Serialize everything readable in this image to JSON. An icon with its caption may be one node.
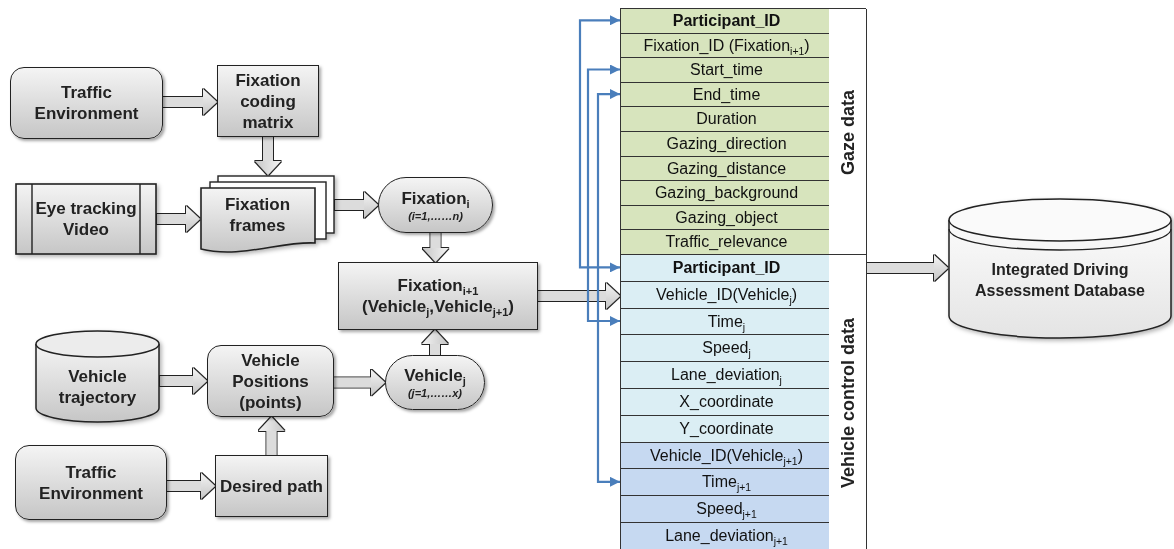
{
  "diagram": {
    "nodes": [
      {
        "text": [
          "Traffic Environment"
        ]
      },
      {
        "text": [
          "Fixation coding matrix"
        ]
      },
      {
        "text": [
          "Eye tracking Video"
        ]
      },
      {
        "text": [
          "Fixation frames"
        ]
      },
      {
        "text": [
          "Fixation$_{i}$",
          "(i=1,……n)"
        ]
      },
      {
        "text": [
          "Fixation$_{i+1}$ (Vehicle$_{j}$,Vehicle$_{j+1}$)"
        ]
      },
      {
        "text": [
          "Vehicle trajectory"
        ]
      },
      {
        "text": [
          "Vehicle Positions (points)"
        ]
      },
      {
        "text": [
          "Vehicle$_{j}$",
          "(j=1,……x)"
        ]
      },
      {
        "text": [
          "Traffic Environment"
        ]
      },
      {
        "text": [
          "Desired path"
        ]
      },
      {
        "text": [],
        "shape": "box"
      },
      {
        "text": [
          "Gaze data"
        ],
        "in": 11
      },
      {
        "text": [
          "Participant_ID"
        ],
        "in": 12
      },
      {
        "text": [
          "Fixation_ID (Fixation$_{i+1}$)"
        ],
        "in": 12
      },
      {
        "text": [
          "Start_time"
        ],
        "in": 12
      },
      {
        "text": [
          "End_time"
        ],
        "in": 12
      },
      {
        "text": [
          "Duration"
        ],
        "in": 12
      },
      {
        "text": [
          "Gazing_direction"
        ],
        "in": 12
      },
      {
        "text": [
          "Gazing_distance"
        ],
        "in": 12
      },
      {
        "text": [
          "Gazing_background"
        ],
        "in": 12
      },
      {
        "text": [
          "Gazing_object"
        ],
        "in": 12
      },
      {
        "text": [
          "Traffic_relevance"
        ],
        "in": 12
      },
      {
        "text": [
          "Vehicle control data"
        ],
        "in": 11
      },
      {
        "text": [
          "Participant_ID"
        ],
        "in": 23
      },
      {
        "text": [
          "Vehicle_ID(Vehicle$_{j}$)"
        ],
        "in": 23
      },
      {
        "text": [
          "Time$_{j}$"
        ],
        "in": 23
      },
      {
        "text": [
          "Speed$_{j}$"
        ],
        "in": 23
      },
      {
        "text": [
          "Lane_deviation$_{j}$"
        ],
        "in": 23
      },
      {
        "text": [
          "X_coordinate"
        ],
        "in": 23
      },
      {
        "text": [
          "Y_coordinate"
        ],
        "in": 23
      },
      {
        "text": [
          "Vehicle_ID(Vehicle$_{j+1}$)"
        ],
        "in": 23
      },
      {
        "text": [
          "Time$_{j+1}$"
        ],
        "in": 23
      },
      {
        "text": [
          "Speed$_{j+1}$"
        ],
        "in": 23
      },
      {
        "text": [
          "Lane_deviation$_{j+1}$"
        ],
        "in": 23
      },
      {
        "text": [
          "Integrated Driving Assessment Database"
        ]
      }
    ],
    "edges": [
      {
        "from": 0,
        "to": 1,
        "arrow": "to"
      },
      {
        "from": 1,
        "to": 3,
        "arrow": "to"
      },
      {
        "from": 2,
        "to": 3,
        "arrow": "to"
      },
      {
        "from": 3,
        "to": 4,
        "arrow": "to"
      },
      {
        "from": 4,
        "to": 5,
        "arrow": "to"
      },
      {
        "from": 8,
        "to": 5,
        "arrow": "to"
      },
      {
        "from": 6,
        "to": 7,
        "arrow": "to"
      },
      {
        "from": 7,
        "to": 8,
        "arrow": "to"
      },
      {
        "from": 10,
        "to": 7,
        "arrow": "to"
      },
      {
        "from": 9,
        "to": 10,
        "arrow": "to"
      },
      {
        "from": 5,
        "to": 11,
        "arrow": "to"
      },
      {
        "from": 11,
        "to": 35,
        "arrow": "to"
      },
      {
        "from": 13,
        "to": 24,
        "arrow": "both",
        "color": "#4a7ebb"
      },
      {
        "from": 15,
        "to": 26,
        "arrow": "both",
        "color": "#4a7ebb"
      },
      {
        "from": 16,
        "to": 32,
        "arrow": "both",
        "color": "#4a7ebb"
      }
    ]
  }
}
